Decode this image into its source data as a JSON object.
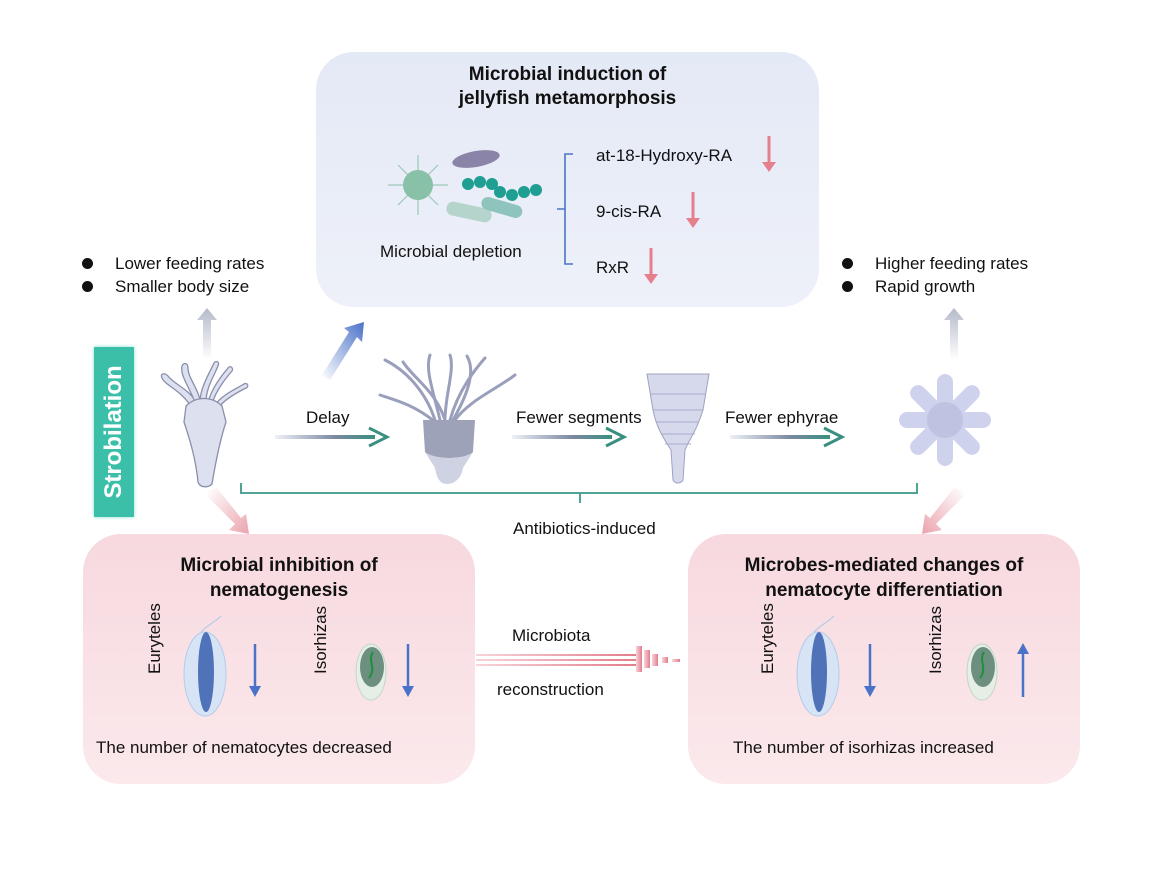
{
  "top_panel": {
    "title_line1": "Microbial induction of",
    "title_line2": "jellyfish metamorphosis",
    "microbe_label": "Microbial depletion",
    "factors": [
      {
        "label": "at-18-Hydroxy-RA",
        "direction": "down"
      },
      {
        "label": "9-cis-RA",
        "direction": "down"
      },
      {
        "label": "RxR",
        "direction": "down"
      }
    ]
  },
  "left_outcomes": [
    "Lower feeding rates",
    "Smaller body size"
  ],
  "right_outcomes": [
    "Higher feeding rates",
    "Rapid growth"
  ],
  "side_label": "Strobilation",
  "stage_arrows": [
    "Delay",
    "Fewer segments",
    "Fewer ephyrae"
  ],
  "stages": [
    "polyp",
    "early-strobila",
    "late-strobila",
    "ephyra"
  ],
  "bracket_label": "Antibiotics-induced",
  "left_panel": {
    "title_line1": "Microbial inhibition of",
    "title_line2": "nematogenesis",
    "cells": [
      {
        "label": "Euryteles",
        "direction": "down"
      },
      {
        "label": "Isorhizas",
        "direction": "down"
      }
    ],
    "caption": "The number of nematocytes decreased"
  },
  "right_panel": {
    "title_line1": "Microbes-mediated changes of",
    "title_line2": "nematocyte differentiation",
    "cells": [
      {
        "label": "Euryteles",
        "direction": "down"
      },
      {
        "label": "Isorhizas",
        "direction": "up"
      }
    ],
    "caption": "The number of isorhizas increased"
  },
  "middle_link": {
    "line1": "Microbiota",
    "line2": "reconstruction"
  },
  "colors": {
    "teal": "#3cbfa8",
    "arrow_teal": "#3a8f80",
    "down_pink": "#e57f8c",
    "blue_arrow": "#4a72c8",
    "panel_blue": "#e8ecf7",
    "panel_pink": "#f9e1e5"
  }
}
